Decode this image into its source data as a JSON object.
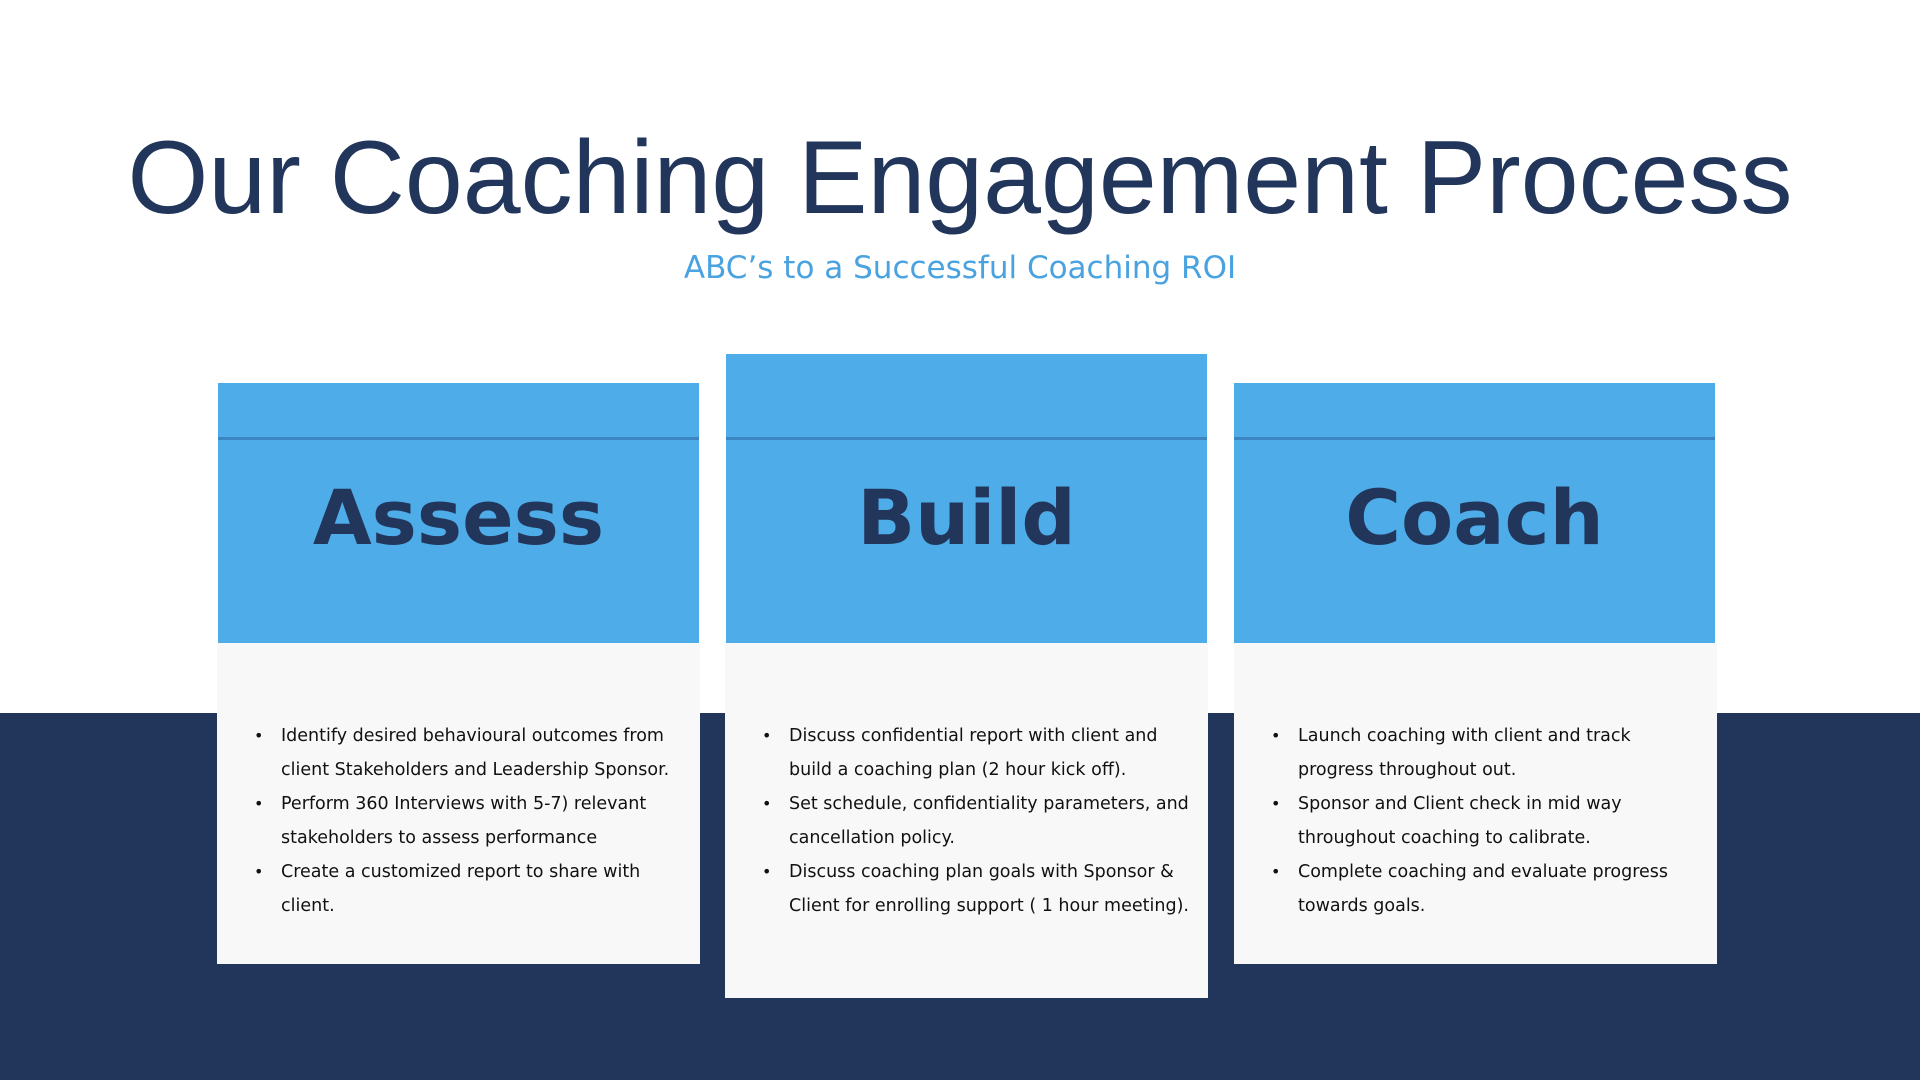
{
  "slide": {
    "title": "Our Coaching Engagement Process",
    "subtitle": "ABC’s to a Successful Coaching ROI",
    "colors": {
      "navy": "#22365b",
      "blue": "#4eace8",
      "subtitle_blue": "#4aa3e0",
      "card_body": "#f8f8f8"
    }
  },
  "cards": [
    {
      "heading": "Assess",
      "bullets": [
        "Identify  desired behavioural outcomes from client Stakeholders and Leadership Sponsor.",
        "Perform 360 Interviews with 5-7) relevant stakeholders to assess performance",
        "Create a customized report to share with client."
      ]
    },
    {
      "heading": "Build",
      "bullets": [
        "Discuss confidential report with client and build a coaching plan (2 hour kick off).",
        "Set schedule, confidentiality parameters, and cancellation policy.",
        "Discuss coaching plan goals  with Sponsor & Client for enrolling support ( 1 hour meeting)."
      ]
    },
    {
      "heading": "Coach",
      "bullets": [
        "Launch coaching with client and track progress throughout out.",
        "Sponsor and Client check in mid way throughout coaching to calibrate.",
        "Complete coaching and evaluate progress towards goals."
      ]
    }
  ]
}
